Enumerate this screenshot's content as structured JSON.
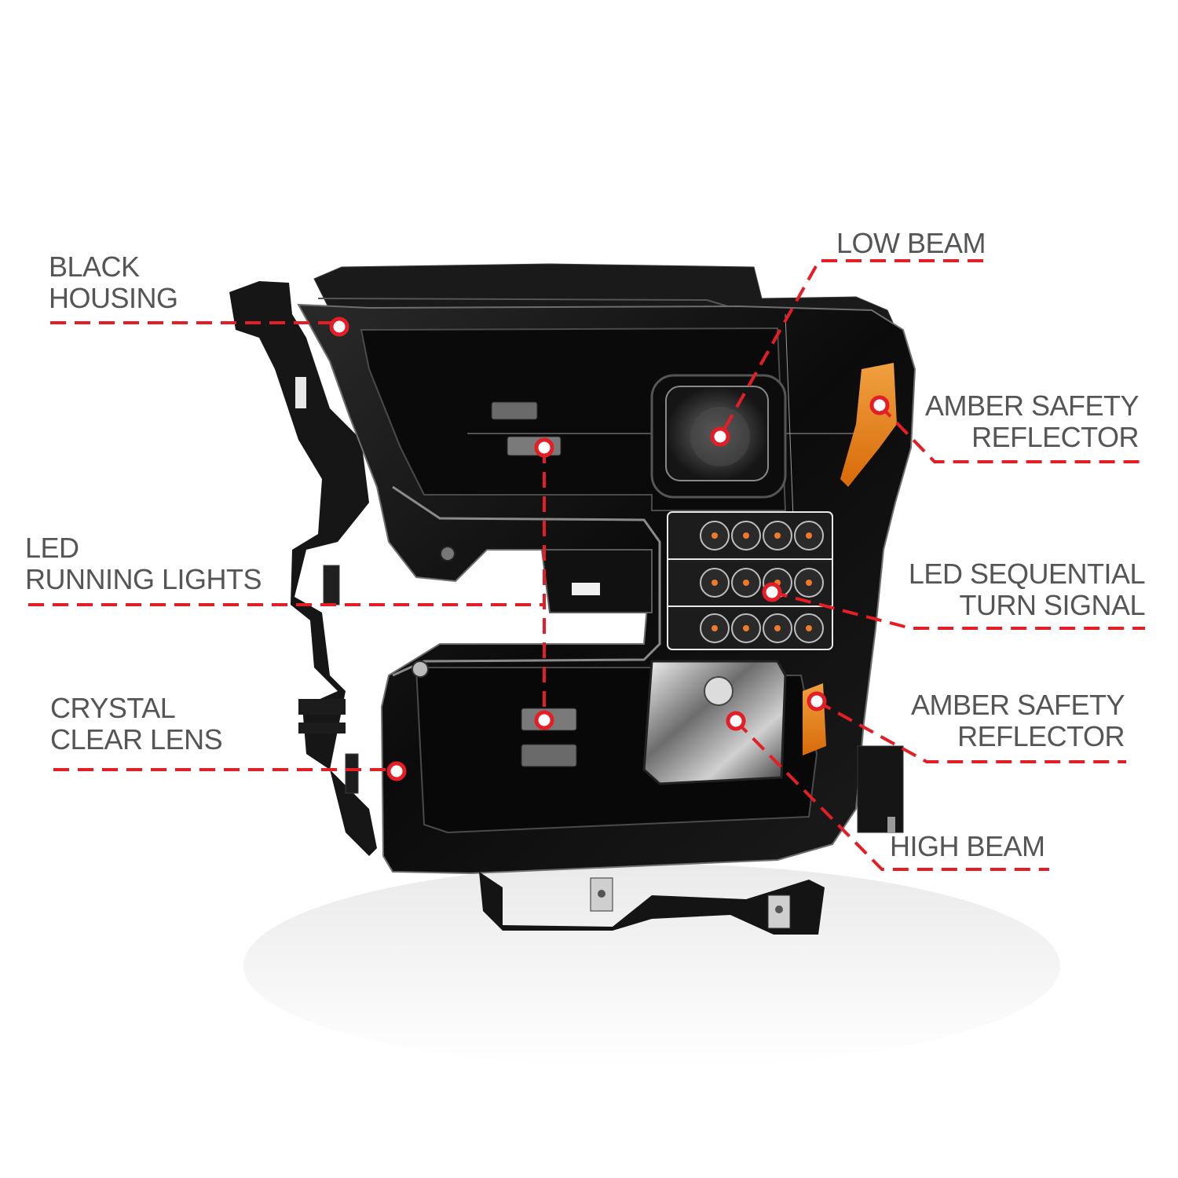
{
  "diagram": {
    "subject": "Headlight assembly",
    "colors": {
      "background": "#ffffff",
      "label_text": "#555555",
      "callout_line": "#e31e26",
      "callout_dot_fill": "#ffffff",
      "housing": "#0e0e0e",
      "amber": "#e88a10",
      "led_amber": "#f07a2a"
    },
    "callouts": [
      {
        "id": "black-housing",
        "lines": [
          "BLACK",
          "HOUSING"
        ],
        "side": "left"
      },
      {
        "id": "led-running-lights",
        "lines": [
          "LED",
          "RUNNING LIGHTS"
        ],
        "side": "left"
      },
      {
        "id": "crystal-clear-lens",
        "lines": [
          "CRYSTAL",
          "CLEAR LENS"
        ],
        "side": "left"
      },
      {
        "id": "low-beam",
        "lines": [
          "LOW BEAM"
        ],
        "side": "right"
      },
      {
        "id": "amber-safety-reflector-upper",
        "lines": [
          "AMBER SAFETY",
          "REFLECTOR"
        ],
        "side": "right"
      },
      {
        "id": "led-sequential-turn-signal",
        "lines": [
          "LED SEQUENTIAL",
          "TURN SIGNAL"
        ],
        "side": "right"
      },
      {
        "id": "amber-safety-reflector-lower",
        "lines": [
          "AMBER SAFETY",
          "REFLECTOR"
        ],
        "side": "right"
      },
      {
        "id": "high-beam",
        "lines": [
          "HIGH BEAM"
        ],
        "side": "right"
      }
    ]
  }
}
